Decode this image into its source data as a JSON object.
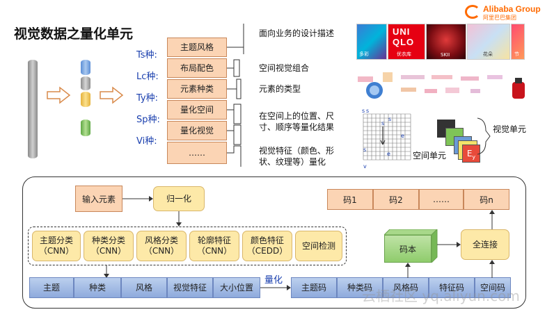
{
  "title": "视觉数据之量化单元",
  "logo": {
    "main": "Alibaba Group",
    "sub": "阿里巴巴集团"
  },
  "type_labels": [
    "Ts种:",
    "Lc种:",
    "Ty种:",
    "Sp种:",
    "Vi种:"
  ],
  "stack": [
    "主题风格",
    "布局配色",
    "元素种类",
    "量化空间",
    "量化视觉",
    "……"
  ],
  "descriptions": {
    "d1": "面向业务的设计描述",
    "d2": "空间视觉组合",
    "d3": "元素的类型",
    "d4a": "在空间上的位置、尺",
    "d4b": "寸、顺序等量化结果",
    "d5a": "视觉特征（颜色、形",
    "d5b": "状、纹理等）量化"
  },
  "photos": [
    {
      "label": "多彩"
    },
    {
      "label": "优衣库",
      "brand": "UNI QLO"
    },
    {
      "label": "SKII"
    },
    {
      "label": "花朵"
    },
    {
      "label": "节"
    }
  ],
  "grid_markers": {
    "s": "s",
    "e": "e",
    "v": "v"
  },
  "spatial_unit": "空间单元",
  "visual_unit": "视觉单元",
  "ey_main": "E",
  "ey_sub": "y",
  "flow": {
    "input": "输入元素",
    "normalize": "归一化",
    "classifiers": [
      {
        "l1": "主题分类",
        "l2": "（CNN）"
      },
      {
        "l1": "种类分类",
        "l2": "（CNN）"
      },
      {
        "l1": "风格分类",
        "l2": "（CNN）"
      },
      {
        "l1": "轮廓特征",
        "l2": "（CNN）"
      },
      {
        "l1": "颜色特征",
        "l2": "（CEDD）"
      },
      {
        "l1": "空间检测",
        "l2": ""
      }
    ],
    "left_row": [
      "主题",
      "种类",
      "风格",
      "视觉特征",
      "大小位置"
    ],
    "quantize": "量化",
    "right_row": [
      "主题码",
      "种类码",
      "风格码",
      "特征码",
      "空间码"
    ],
    "codebook": "码本",
    "fc": "全连接",
    "codes": [
      "码1",
      "码2",
      "……",
      "码n"
    ]
  },
  "watermark": "云栖社区 yq.aliyun.com",
  "colors": {
    "orange": "#fbd4b4",
    "yellow": "#fde9a8",
    "blue": "#8eaadc",
    "green": "#8fcc6c",
    "label_blue": "#1a3fae",
    "brand": "#ff6a00"
  }
}
